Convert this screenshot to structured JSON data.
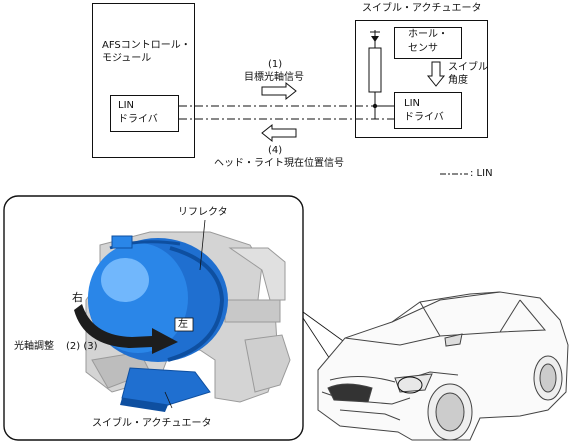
{
  "schematic": {
    "afs_module_label_line1": "AFSコントロール・",
    "afs_module_label_line2": "モジュール",
    "afs_lin_driver_line1": "LIN",
    "afs_lin_driver_line2": "ドライバ",
    "actuator_title": "スイブル・アクチュエータ",
    "hall_sensor_line1": "ホール・",
    "hall_sensor_line2": "センサ",
    "swivel_angle_line1": "スイブル",
    "swivel_angle_line2": "角度",
    "act_lin_driver_line1": "LIN",
    "act_lin_driver_line2": "ドライバ",
    "signal1_num": "(1)",
    "signal1_label": "目標光軸信号",
    "signal4_num": "(4)",
    "signal4_label": "ヘッド・ライト現在位置信号",
    "legend_text": ": LIN"
  },
  "illustration": {
    "reflector_label": "リフレクタ",
    "right_label": "右",
    "left_label": "左",
    "axis_adjust_label": "光軸調整",
    "axis_adjust_nums": "(2) (3)",
    "actuator_label": "スイブル・アクチュエータ"
  },
  "colors": {
    "reflector_blue": "#1f6fd0",
    "arrow_dark": "#222222",
    "gray_bracket": "#d4d4d4"
  }
}
